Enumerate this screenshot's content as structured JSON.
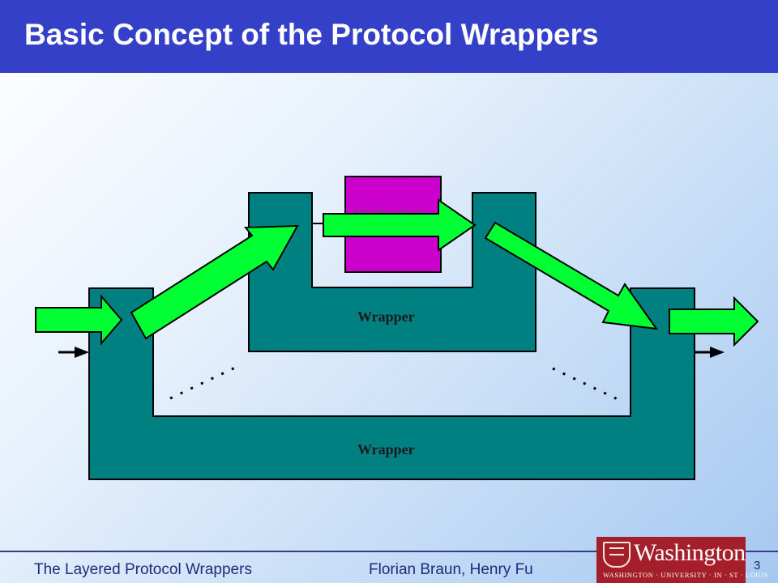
{
  "slide": {
    "title": "Basic Concept of the Protocol Wrappers",
    "page_number": "3"
  },
  "diagram": {
    "application_label": "Application",
    "inner_wrapper_label": "Wrapper",
    "outer_wrapper_label": "Wrapper",
    "colors": {
      "wrapper": "#008080",
      "application": "#cc00cc",
      "arrow": "#00ff33",
      "title_bar": "#3440c8"
    }
  },
  "footer": {
    "left": "The Layered Protocol Wrappers",
    "authors": "Florian Braun, Henry Fu"
  },
  "logo": {
    "word": "Washington",
    "subtitle": "WASHINGTON · UNIVERSITY · IN · ST · LOUIS",
    "icon": "university-shield-icon"
  }
}
